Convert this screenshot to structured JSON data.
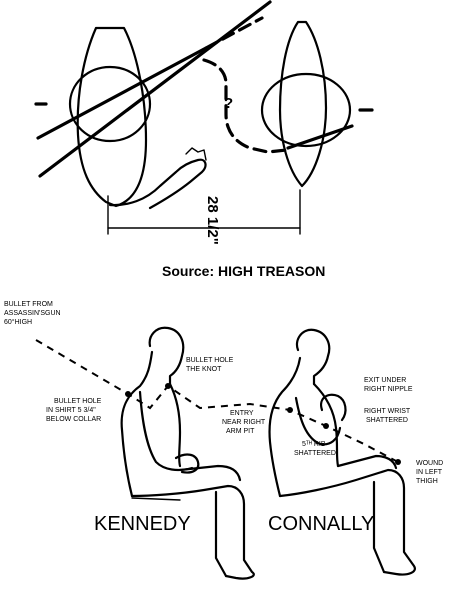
{
  "top_diagram": {
    "question_mark": "?",
    "measurement": "28 1/2\"",
    "source_caption": "Source:  HIGH TREASON"
  },
  "bottom_diagram": {
    "labels": {
      "bullet_from": [
        "BULLET FROM",
        "ASSASSIN'SGUN",
        "60°HIGH"
      ],
      "bullet_hole_knot": [
        "BULLET HOLE",
        "THE KNOT"
      ],
      "bullet_hole_shirt": [
        "BULLET HOLE",
        "IN SHIRT 5 3/4\"",
        "BELOW COLLAR"
      ],
      "entry": [
        "ENTRY",
        "NEAR RIGHT",
        "ARM PIT"
      ],
      "rib": [
        "5ᵀᴴ RIB",
        "SHATTERED"
      ],
      "exit": [
        "EXIT UNDER",
        "RIGHT NIPPLE"
      ],
      "wrist": [
        "RIGHT WRIST",
        "SHATTERED"
      ],
      "thigh": [
        "WOUND",
        "IN LEFT",
        "THIGH"
      ]
    },
    "names": {
      "kennedy": "KENNEDY",
      "connally": "CONNALLY"
    }
  }
}
